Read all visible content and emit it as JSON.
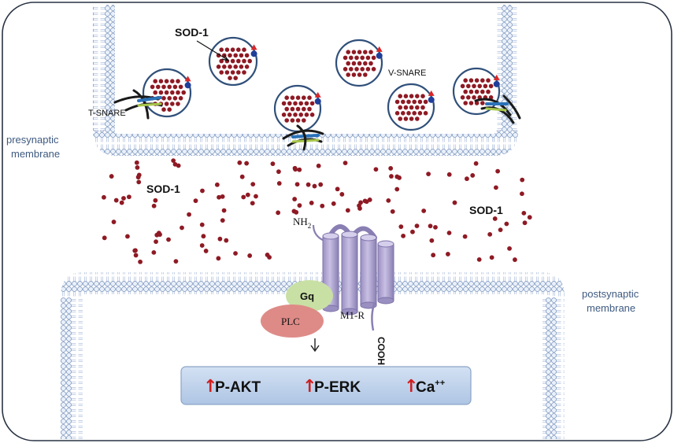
{
  "labels": {
    "presynaptic": [
      "presynaptic",
      "membrane"
    ],
    "postsynaptic": [
      "postsynaptic",
      "membrane"
    ],
    "sod1_vesicle": "SOD-1",
    "sod1_cleft_left": "SOD-1",
    "sod1_cleft_right": "SOD-1",
    "t_snare": "T-SNARE",
    "v_snare": "V-SNARE",
    "nh2": "NH",
    "nh2_sub": "2",
    "cooh": "COOH",
    "m1r": "M1-R",
    "gq": "Gq",
    "plc": "PLC"
  },
  "effects": [
    {
      "arrow": "↑",
      "text": "P-AKT"
    },
    {
      "arrow": "↑",
      "text": "P-ERK"
    },
    {
      "arrow": "↑",
      "text": "Ca",
      "sup": "++"
    }
  ],
  "colors": {
    "membrane": "#b9cbe6",
    "membrane_stroke": "#7d97bf",
    "vesicle_stroke": "#30507a",
    "sod": "#8e1a24",
    "receptor": "#b4a9d3",
    "gq": "#c9e0a4",
    "plc": "#de8b87",
    "effect_box": "#bcd0ea",
    "arrow": "#d02020"
  }
}
